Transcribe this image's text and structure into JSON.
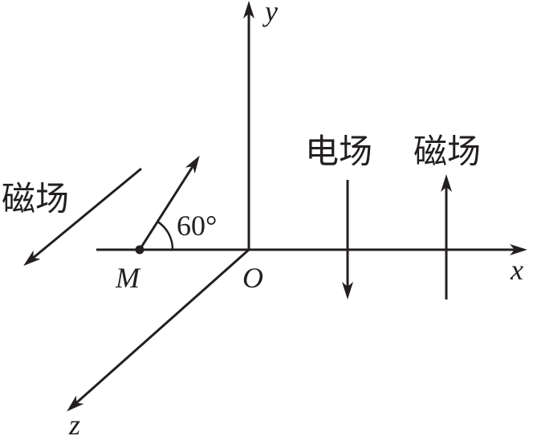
{
  "axes": {
    "x": "x",
    "y": "y",
    "z": "z"
  },
  "origin_label": "O",
  "point_label": "M",
  "angle_label": "60°",
  "field_labels": {
    "left_magnetic": "磁场",
    "electric": "电场",
    "right_magnetic": "磁场"
  },
  "colors": {
    "ink": "#231f20",
    "background": "#ffffff"
  }
}
